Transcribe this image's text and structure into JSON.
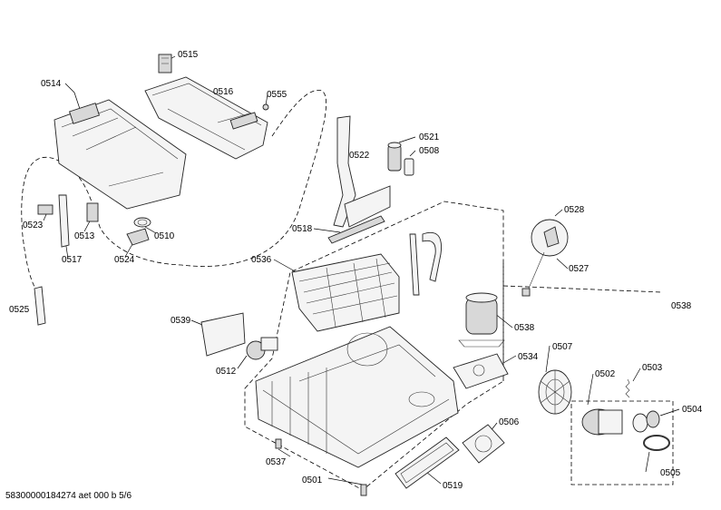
{
  "labels": {
    "p0514": "0514",
    "p0515": "0515",
    "p0516": "0516",
    "p0555": "0555",
    "p0521": "0521",
    "p0508": "0508",
    "p0522": "0522",
    "p0518": "0518",
    "p0523": "0523",
    "p0513": "0513",
    "p0510": "0510",
    "p0517": "0517",
    "p0524": "0524",
    "p0525": "0525",
    "p0536": "0536",
    "p0528": "0528",
    "p0527": "0527",
    "p0538a": "0538",
    "p0538b": "0538",
    "p0539": "0539",
    "p0512": "0512",
    "p0534": "0534",
    "p0507": "0507",
    "p0502": "0502",
    "p0503": "0503",
    "p0504": "0504",
    "p0506": "0506",
    "p0505": "0505",
    "p0537": "0537",
    "p0501": "0501",
    "p0519": "0519"
  },
  "footer": "58300000184274 aet 000 b 5/6"
}
